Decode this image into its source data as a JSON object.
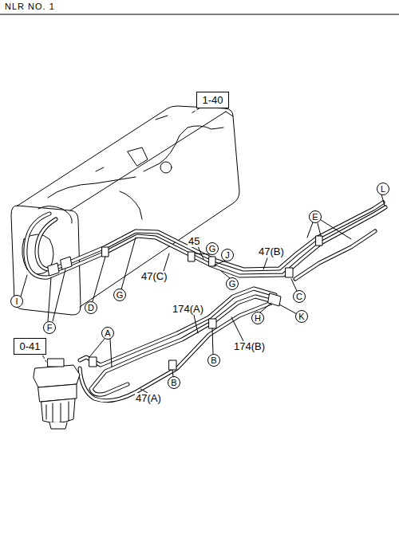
{
  "diagram": {
    "title": "NLR NO. 1",
    "nodes": [
      {
        "text": [
          "1-40"
        ]
      },
      {
        "text": [
          "L"
        ]
      },
      {
        "text": [
          "E"
        ]
      },
      {
        "text": [
          "G"
        ]
      },
      {
        "text": [
          "J"
        ]
      },
      {
        "text": [
          "G"
        ]
      },
      {
        "text": [
          "C"
        ]
      },
      {
        "text": [
          "I"
        ]
      },
      {
        "text": [
          "D"
        ]
      },
      {
        "text": [
          "G"
        ]
      },
      {
        "text": [
          "H"
        ]
      },
      {
        "text": [
          "K"
        ]
      },
      {
        "text": [
          "F"
        ]
      },
      {
        "text": [
          "0-41"
        ]
      },
      {
        "text": [
          "A"
        ]
      },
      {
        "text": [
          "B"
        ]
      },
      {
        "text": [
          "B"
        ]
      }
    ],
    "labels": [
      "45",
      "47(C)",
      "47(B)",
      "174(A)",
      "174(B)",
      "47(A)"
    ]
  }
}
